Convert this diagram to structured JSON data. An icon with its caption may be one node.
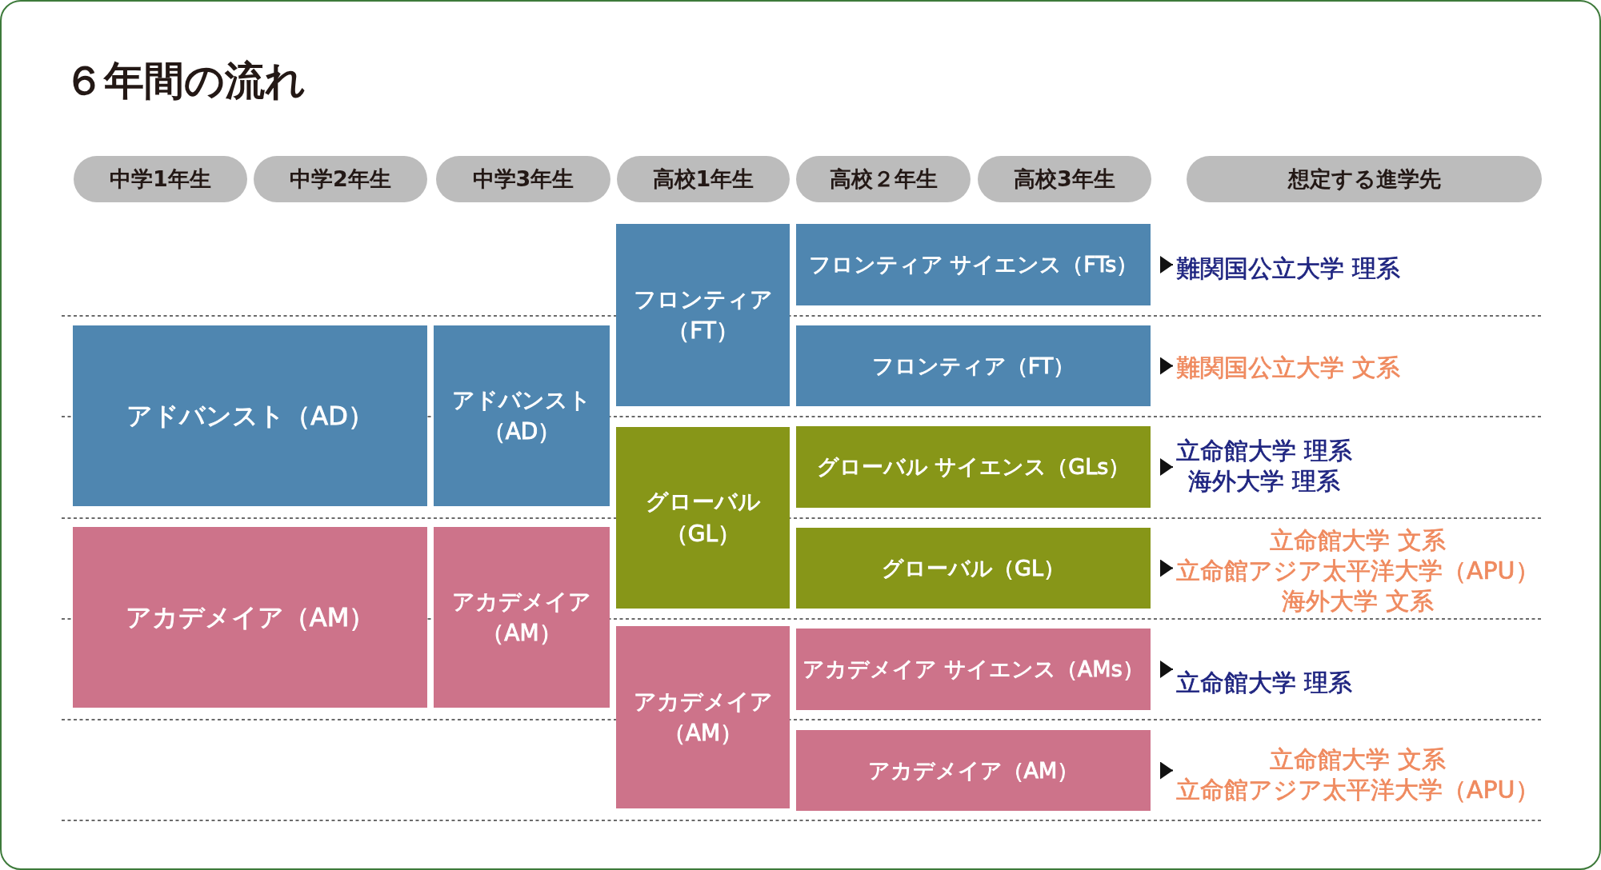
{
  "diagram": {
    "title": "６年間の流れ",
    "nodes": [
      {
        "text": [
          "中学1年生"
        ]
      },
      {
        "text": [
          "中学2年生"
        ]
      },
      {
        "text": [
          "中学3年生"
        ]
      },
      {
        "text": [
          "高校1年生"
        ]
      },
      {
        "text": [
          "高校２年生"
        ]
      },
      {
        "text": [
          "高校3年生"
        ]
      },
      {
        "text": [
          "想定する進学先"
        ]
      },
      {
        "text": [
          "アドバンスト（AD）"
        ]
      },
      {
        "text": [
          "アカデメイア（AM）"
        ]
      },
      {
        "text": [
          "アドバンスト（AD）"
        ]
      },
      {
        "text": [
          "アカデメイア（AM）"
        ]
      },
      {
        "text": [
          "フロンティア（FT）"
        ]
      },
      {
        "text": [
          "グローバル（GL）"
        ]
      },
      {
        "text": [
          "アカデメイア（AM）"
        ]
      },
      {
        "text": [
          "フロンティア サイエンス（FTs）"
        ]
      },
      {
        "text": [
          "フロンティア（FT）"
        ]
      },
      {
        "text": [
          "グローバル サイエンス（GLs）"
        ]
      },
      {
        "text": [
          "グローバル（GL）"
        ]
      },
      {
        "text": [
          "アカデメイア サイエンス（AMs）"
        ]
      },
      {
        "text": [
          "アカデメイア（AM）"
        ]
      },
      {
        "text": [
          "難関国公立大学 理系"
        ]
      },
      {
        "text": [
          "難関国公立大学 文系"
        ]
      },
      {
        "text": [
          "立命館大学 理系",
          "海外大学 理系"
        ]
      },
      {
        "text": [
          "立命館大学 文系",
          "立命館アジア太平洋大学（APU）",
          "海外大学 文系"
        ]
      },
      {
        "text": [
          "立命館大学 理系"
        ]
      },
      {
        "text": [
          "立命館大学 文系",
          "立命館アジア太平洋大学（APU）"
        ]
      }
    ],
    "edges": [
      {
        "from": 14,
        "to": 20,
        "arrow": "to"
      },
      {
        "from": 15,
        "to": 21,
        "arrow": "to"
      },
      {
        "from": 16,
        "to": 22,
        "arrow": "to"
      },
      {
        "from": 17,
        "to": 23,
        "arrow": "to"
      },
      {
        "from": 18,
        "to": 24,
        "arrow": "to"
      },
      {
        "from": 19,
        "to": 25,
        "arrow": "to"
      }
    ]
  }
}
